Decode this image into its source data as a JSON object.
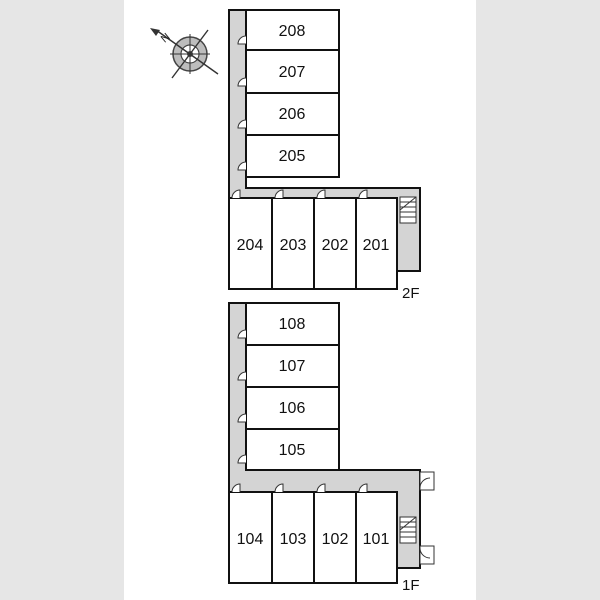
{
  "floors": [
    {
      "label": "2F",
      "column_units": [
        "208",
        "207",
        "206",
        "205"
      ],
      "row_units": [
        "204",
        "203",
        "202",
        "201"
      ]
    },
    {
      "label": "1F",
      "column_units": [
        "108",
        "107",
        "106",
        "105"
      ],
      "row_units": [
        "104",
        "103",
        "102",
        "101"
      ]
    }
  ],
  "compass": {
    "label": "N"
  },
  "colors": {
    "corridor": "#d4d4d4",
    "wall": "#111111",
    "unit_fill": "#ffffff",
    "margin": "#e6e6e6"
  }
}
